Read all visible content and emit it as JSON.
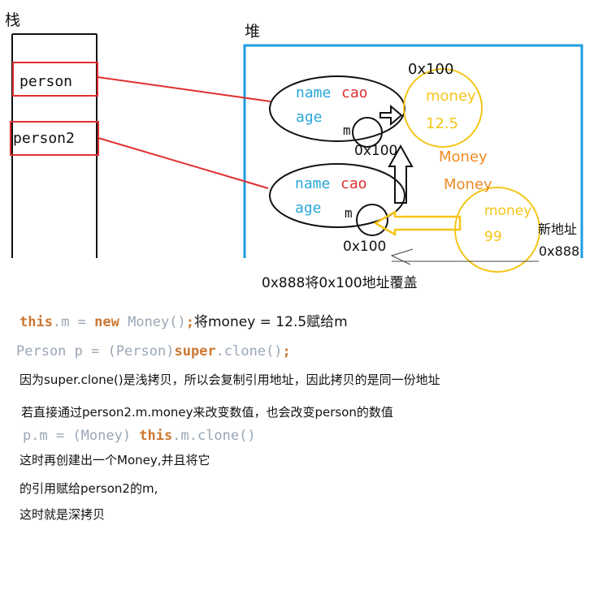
{
  "stack": {
    "title": "栈",
    "slots": [
      "person",
      "person2"
    ]
  },
  "heap": {
    "title": "堆",
    "obj1": {
      "name_key": "name",
      "name_val": "cao",
      "age_key": "age",
      "m_label": "m",
      "addr": "0x100"
    },
    "obj2": {
      "name_key": "name",
      "name_val": "cao",
      "age_key": "age",
      "m_label": "m",
      "addr": "0x100"
    },
    "money1": {
      "addr": "0x100",
      "field": "money",
      "value": "12.5"
    },
    "money2": {
      "field": "money",
      "value": "99",
      "new_label": "新地址",
      "addr": "0x888"
    },
    "money_label_1": "Money",
    "money_label_2": "Money",
    "override_note": "0x888将0x100地址覆盖"
  },
  "code": {
    "line1": {
      "this": "this",
      "rest1": ".m = ",
      "new": "new",
      "cls": " Money()",
      "semi": ";",
      "note": "将money = 12.5赋给m"
    },
    "line2": {
      "part1": "Person p = (Person)",
      "super": "super",
      "part2": ".clone()",
      "semi": ";"
    },
    "line3": "因为super.clone()是浅拷贝，所以会复制引用地址，因此拷贝的是同一份地址",
    "line4": "若直接通过person2.m.money来改变数值，也会改变person的数值",
    "line5": {
      "part1": "p.m = (Money) ",
      "this": "this",
      "part2": ".m.clone()"
    },
    "line6": "这时再创建出一个Money,并且将它",
    "line7": "的引用赋给person2的m,",
    "line8": "这时就是深拷贝"
  },
  "colors": {
    "red": "#e02f30",
    "blue": "#1e9de0",
    "yellow": "#f5c518",
    "orange": "#f08a24",
    "cyan_text": "#2aa7d8",
    "black": "#111111"
  }
}
